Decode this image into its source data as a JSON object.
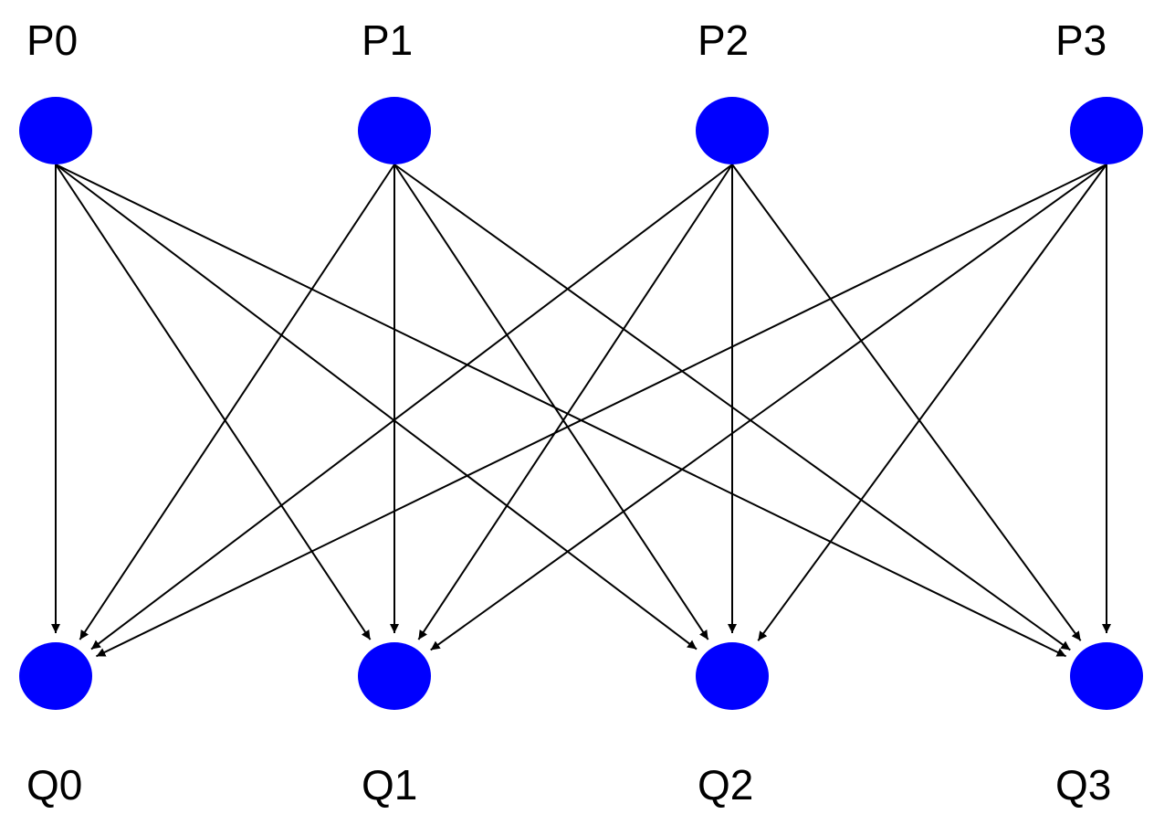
{
  "diagram": {
    "type": "complete-bipartite-directed-graph",
    "node_color": "#0000ff",
    "edge_color": "#000000",
    "top_nodes": [
      {
        "id": "P0",
        "label": "P0"
      },
      {
        "id": "P1",
        "label": "P1"
      },
      {
        "id": "P2",
        "label": "P2"
      },
      {
        "id": "P3",
        "label": "P3"
      }
    ],
    "bottom_nodes": [
      {
        "id": "Q0",
        "label": "Q0"
      },
      {
        "id": "Q1",
        "label": "Q1"
      },
      {
        "id": "Q2",
        "label": "Q2"
      },
      {
        "id": "Q3",
        "label": "Q3"
      }
    ],
    "edges": [
      {
        "from": "P0",
        "to": "Q0"
      },
      {
        "from": "P0",
        "to": "Q1"
      },
      {
        "from": "P0",
        "to": "Q2"
      },
      {
        "from": "P0",
        "to": "Q3"
      },
      {
        "from": "P1",
        "to": "Q0"
      },
      {
        "from": "P1",
        "to": "Q1"
      },
      {
        "from": "P1",
        "to": "Q2"
      },
      {
        "from": "P1",
        "to": "Q3"
      },
      {
        "from": "P2",
        "to": "Q0"
      },
      {
        "from": "P2",
        "to": "Q1"
      },
      {
        "from": "P2",
        "to": "Q2"
      },
      {
        "from": "P2",
        "to": "Q3"
      },
      {
        "from": "P3",
        "to": "Q0"
      },
      {
        "from": "P3",
        "to": "Q1"
      },
      {
        "from": "P3",
        "to": "Q2"
      },
      {
        "from": "P3",
        "to": "Q3"
      }
    ]
  }
}
